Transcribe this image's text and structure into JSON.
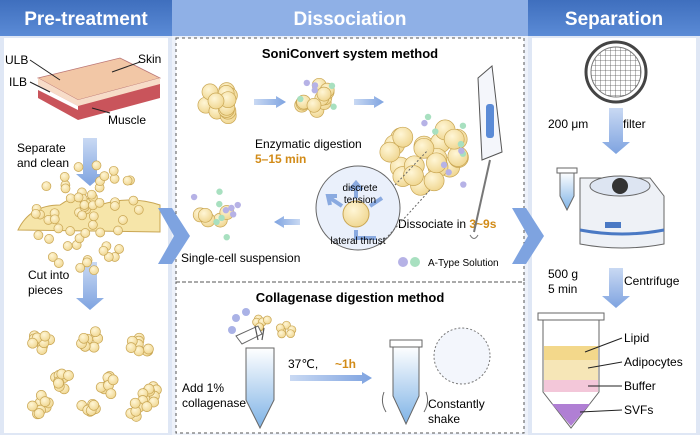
{
  "colors": {
    "header": "#4a79c4",
    "header_light": "#dbe6f7",
    "arrow": "#7ea3e0",
    "accent_time": "#d28b17",
    "cell_fill": "#f6e5a9",
    "cell_stroke": "#c9a653",
    "skin": "#f2c7a6",
    "muscle": "#c9545b",
    "dot_purple": "#b6b2e6",
    "dot_green": "#a8e0c0"
  },
  "headers": {
    "pretreatment": "Pre-treatment",
    "dissociation": "Dissociation",
    "separation": "Separation"
  },
  "pretreatment": {
    "tissue_labels": {
      "ulb": "ULB",
      "ilb": "ILB",
      "skin": "Skin",
      "muscle": "Muscle"
    },
    "step1": [
      "Separate",
      "and clean"
    ],
    "step2": [
      "Cut into",
      "pieces"
    ]
  },
  "soniconvert": {
    "title": "SoniConvert system method",
    "enzymatic_label": "Enzymatic digestion",
    "enzymatic_time": "5–15 min",
    "force_labels": {
      "discrete": "discrete",
      "tension": "tension",
      "lateral": "lateral thrust"
    },
    "dissociate_prefix": "Dissociate in ",
    "dissociate_time": "3~9s",
    "single_cell": "Single-cell suspension",
    "solution_legend": "A-Type Solution"
  },
  "collagenase": {
    "title": "Collagenase digestion method",
    "add": [
      "Add 1%",
      "collagenase"
    ],
    "condition_temp": "37℃,",
    "condition_time": "~1h",
    "shake": [
      "Constantly",
      "shake"
    ]
  },
  "separation": {
    "filter_size": "200 μm",
    "filter_word": "filter",
    "centrifuge_params": [
      "500 g",
      "5 min"
    ],
    "centrifuge_word": "Centrifuge",
    "layers": [
      "Lipid",
      "Adipocytes",
      "Buffer",
      "SVFs"
    ]
  },
  "icons": [
    "arrow-icon",
    "cell-cluster-icon",
    "tissue-block-icon",
    "sonic-probe-icon",
    "filter-mesh-icon",
    "centrifuge-icon",
    "tube-icon"
  ]
}
